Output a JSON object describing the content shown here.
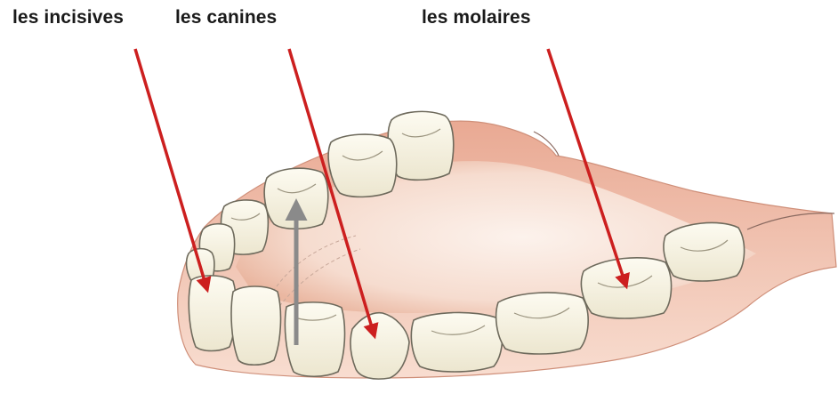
{
  "labels": {
    "incisives": "les incisives",
    "canines": "les canines",
    "molaires": "les molaires"
  },
  "colors": {
    "arrow": "#cc1f1f",
    "arrow_gray": "#8a8a8a",
    "gum": "#efc2ad",
    "gum_shadow": "#d98a74",
    "tooth": "#f8f4e4",
    "tooth_outline": "#6e6a5c",
    "palate": "#f7e4da"
  }
}
